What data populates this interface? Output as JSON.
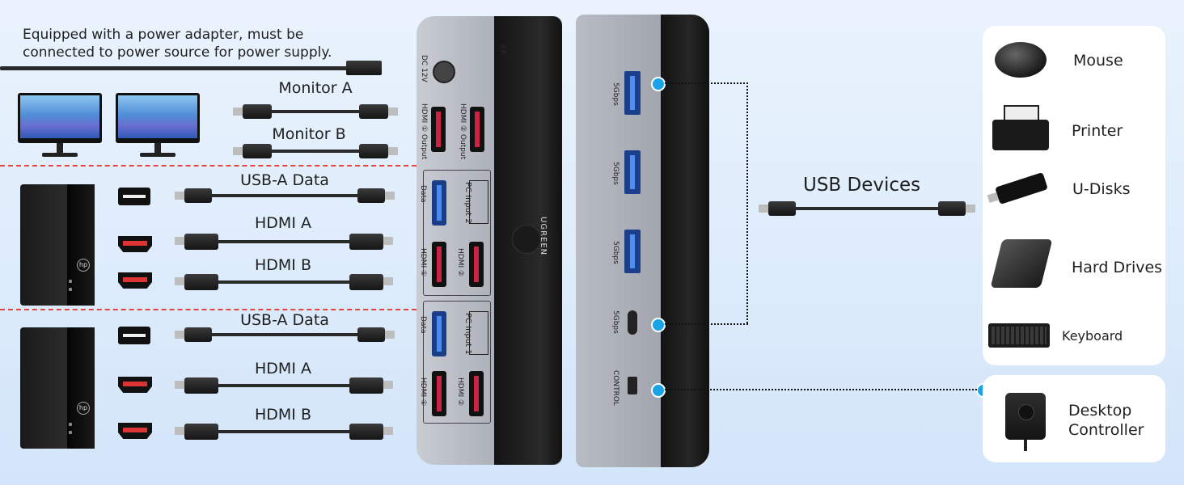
{
  "note": {
    "line1": "Equipped with a power adapter, must be",
    "line2": "connected to power source for power supply."
  },
  "left_cables": {
    "monitor_a": "Monitor A",
    "monitor_b": "Monitor B",
    "pc1": {
      "usb": "USB-A Data",
      "hdmi_a": "HDMI A",
      "hdmi_b": "HDMI B"
    },
    "pc2": {
      "usb": "USB-A Data",
      "hdmi_a": "HDMI A",
      "hdmi_b": "HDMI B"
    }
  },
  "front_panel": {
    "brand": "UGREEN",
    "dc_label": "DC 12V",
    "badge": "4K",
    "hdmi_output_1": "HDMI ① Output",
    "hdmi_output_2": "HDMI ② Output",
    "pc_input_2": "PC Input 2",
    "pc_input_1": "PC Input 1",
    "data": "Data",
    "hdmi_1": "HDMI ①",
    "hdmi_2": "HDMI ②"
  },
  "back_panel": {
    "speed_1": "5Gbps",
    "speed_2": "5Gbps",
    "speed_3": "5Gbps",
    "speed_4": "5Gbps",
    "control": "CONTROL"
  },
  "usb_devices_label": "USB Devices",
  "devices": [
    {
      "label": "Mouse",
      "icon": "mouse-icon"
    },
    {
      "label": "Printer",
      "icon": "printer-icon"
    },
    {
      "label": "U-Disks",
      "icon": "usb-drive-icon"
    },
    {
      "label": "Hard Drives",
      "icon": "hard-drive-icon"
    },
    {
      "label": "Keyboard",
      "icon": "keyboard-icon"
    }
  ],
  "controller": {
    "line1": "Desktop",
    "line2": "Controller",
    "icon": "desktop-controller-icon"
  },
  "colors": {
    "accent_dot": "#1ba3e8",
    "divider": "#e2463f"
  }
}
